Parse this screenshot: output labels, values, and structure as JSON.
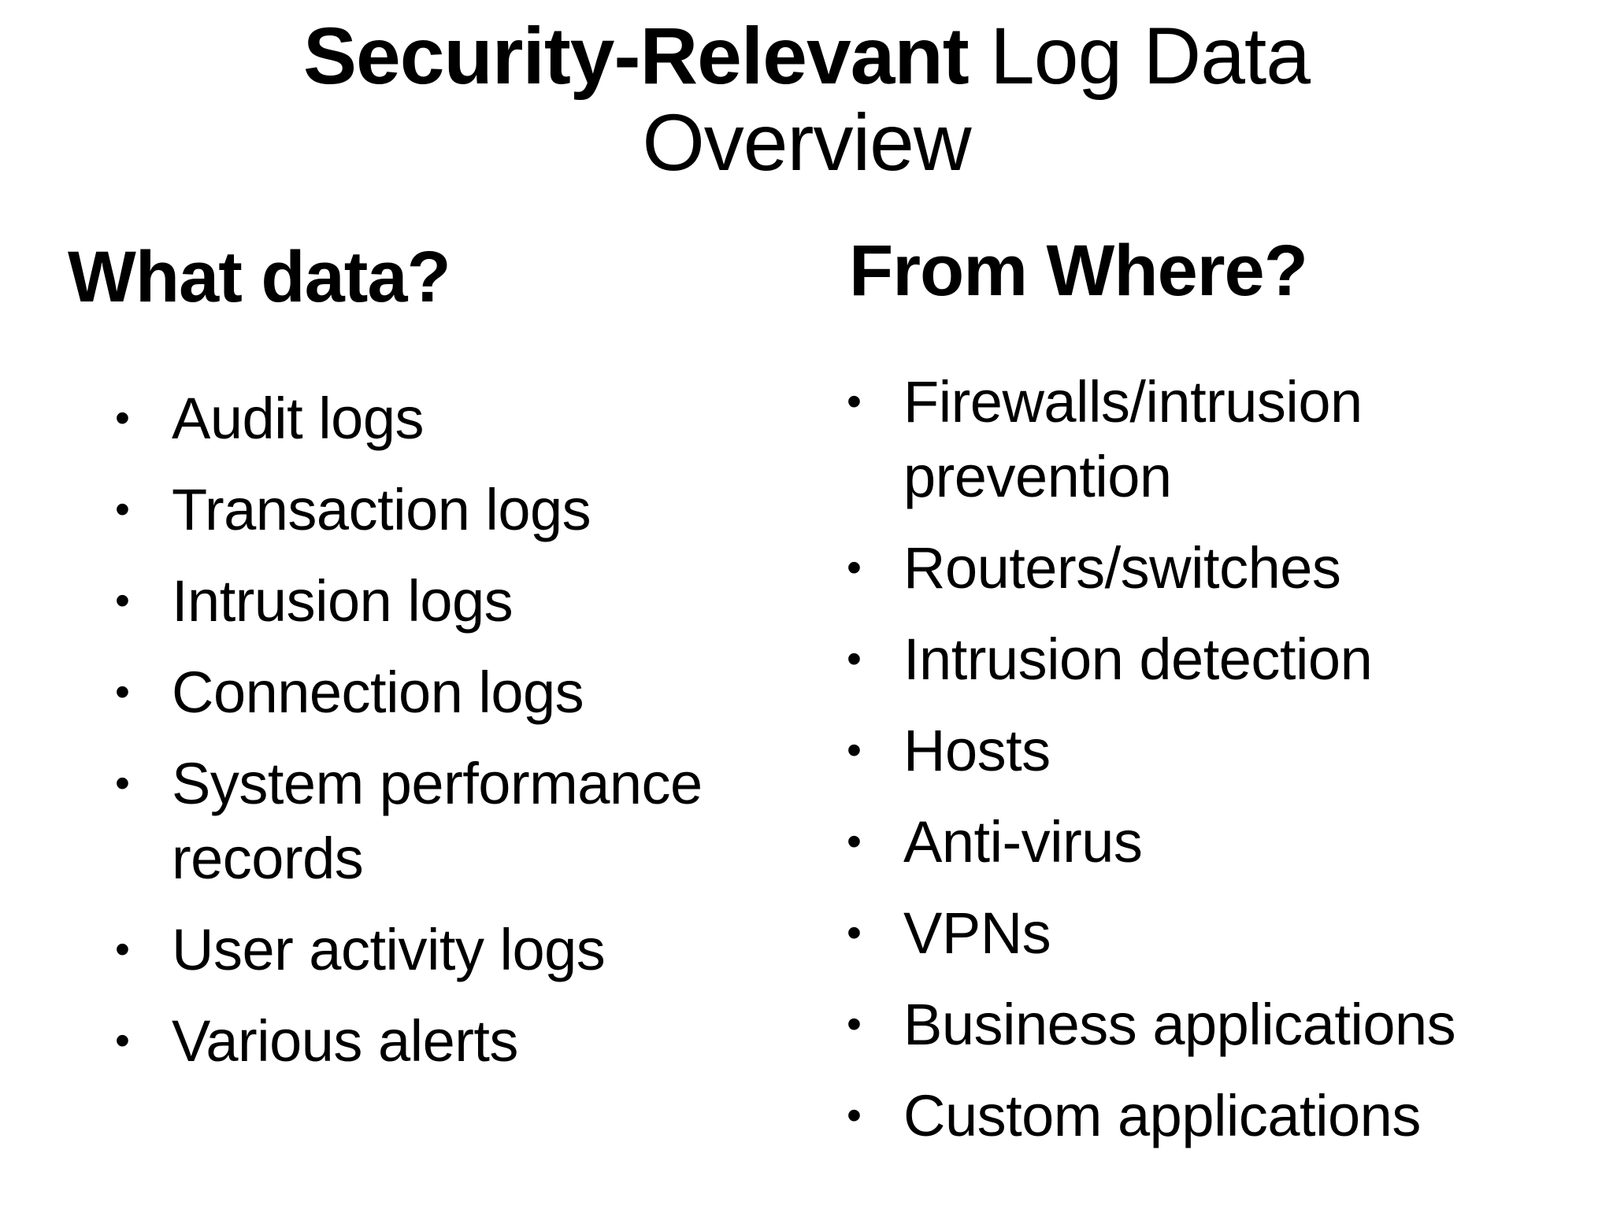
{
  "title": {
    "emphasis": "Security-Relevant",
    "rest": " Log Data",
    "line2": "Overview"
  },
  "bullet_glyph": "•",
  "left_column": {
    "heading": "What data?",
    "items": [
      "Audit logs",
      "Transaction logs",
      "Intrusion logs",
      "Connection logs",
      "System performance records",
      "User activity logs",
      "Various alerts"
    ]
  },
  "right_column": {
    "heading": "From Where?",
    "items": [
      "Firewalls/intrusion prevention",
      "Routers/switches",
      "Intrusion detection",
      "Hosts",
      "Anti-virus",
      "VPNs",
      "Business applications",
      "Custom applications"
    ]
  },
  "colors": {
    "background": "#ffffff",
    "text": "#000000"
  }
}
